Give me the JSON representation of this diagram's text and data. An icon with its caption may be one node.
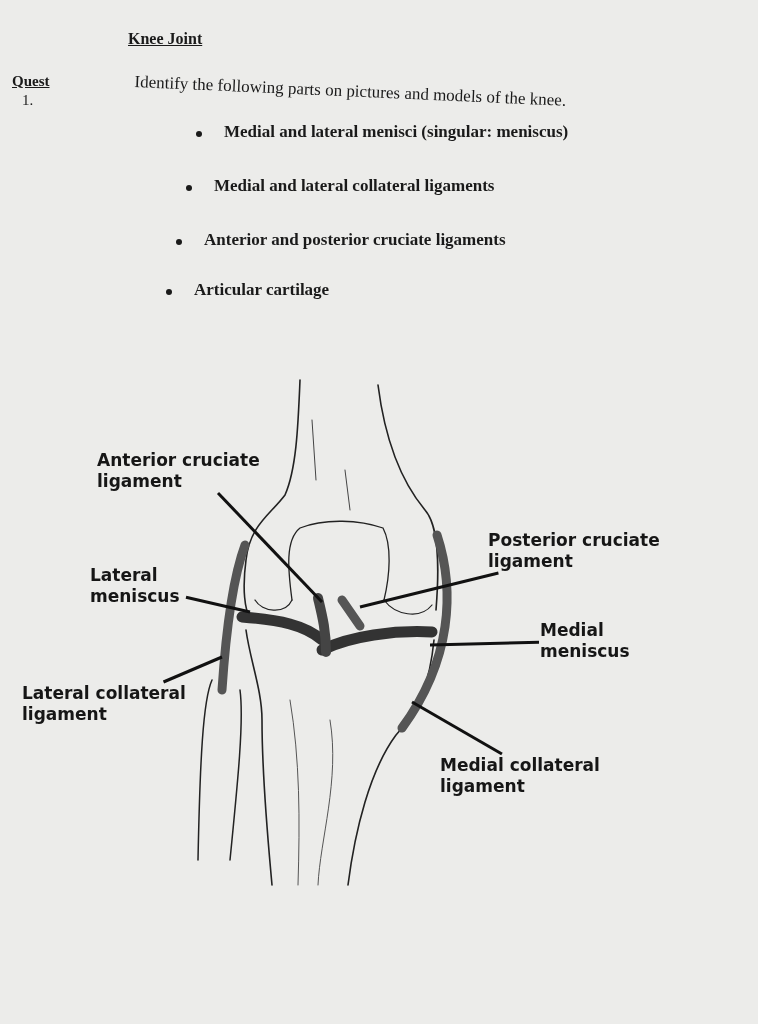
{
  "diagram": {
    "title": "Knee Joint",
    "nodes": [
      {
        "text": [
          "Anterior cruciate ligament"
        ]
      },
      {
        "text": [
          "Lateral meniscus"
        ]
      },
      {
        "text": [
          "Lateral collateral ligament"
        ]
      },
      {
        "text": [
          "Posterior cruciate ligament"
        ]
      },
      {
        "text": [
          "Medial meniscus"
        ]
      },
      {
        "text": [
          "Medial collateral ligament"
        ]
      }
    ],
    "edges": [
      {
        "from": 0,
        "to": null,
        "arrow": "none"
      },
      {
        "from": 1,
        "to": null,
        "arrow": "none"
      },
      {
        "from": 2,
        "to": null,
        "arrow": "none"
      },
      {
        "from": 3,
        "to": null,
        "arrow": "none"
      },
      {
        "from": 4,
        "to": null,
        "arrow": "none"
      },
      {
        "from": 5,
        "to": null,
        "arrow": "none"
      }
    ],
    "labels": [
      "Quest",
      "1.",
      "Identify the following parts on pictures and models of the knee.",
      "Medial and lateral menisci (singular: meniscus)",
      "Medial and lateral collateral ligaments",
      "Anterior and posterior cruciate ligaments",
      "Articular cartilage"
    ]
  }
}
